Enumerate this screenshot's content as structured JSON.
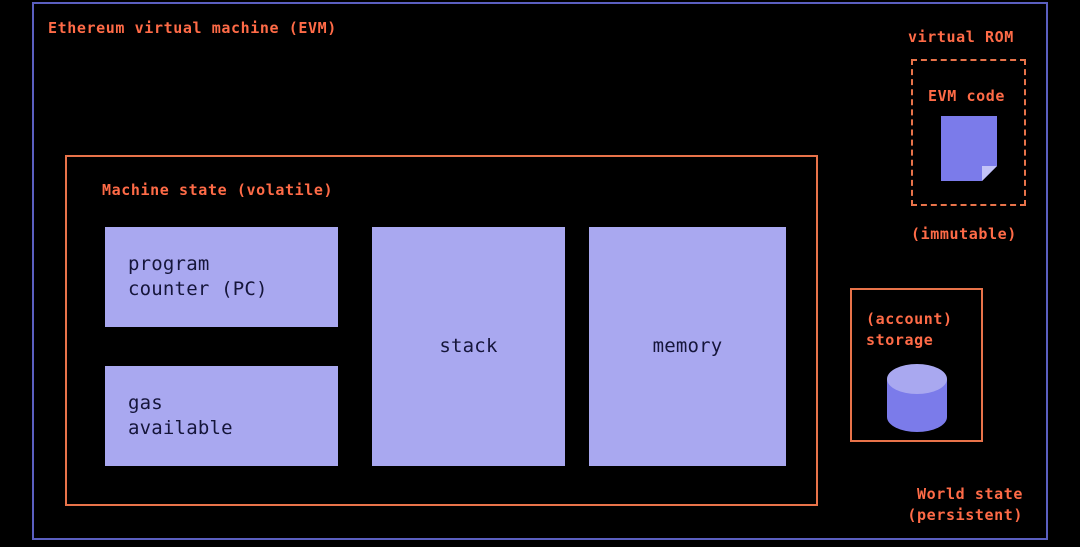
{
  "diagram": {
    "title": "Ethereum virtual machine (EVM)",
    "machine_state": {
      "title": "Machine state (volatile)",
      "boxes": [
        {
          "name": "program-counter",
          "label": "program\ncounter (PC)",
          "align": "left"
        },
        {
          "name": "gas-available",
          "label": "gas\navailable",
          "align": "left"
        },
        {
          "name": "stack",
          "label": "stack",
          "align": "center"
        },
        {
          "name": "memory",
          "label": "memory",
          "align": "center"
        }
      ]
    },
    "virtual_rom": {
      "title": "virtual ROM",
      "inner_label": "EVM code",
      "icon": "document-icon",
      "footnote": "(immutable)"
    },
    "world_state": {
      "storage_label": "(account)\nstorage",
      "icon": "database-cylinder-icon",
      "footnote": "World state\n(persistent)"
    }
  },
  "colors": {
    "background": "#000000",
    "outer_border": "#5b5fc0",
    "accent_orange": "#e8734a",
    "title_orange": "#ff6b47",
    "box_purple": "#a9a8f0",
    "box_text": "#15153a"
  }
}
